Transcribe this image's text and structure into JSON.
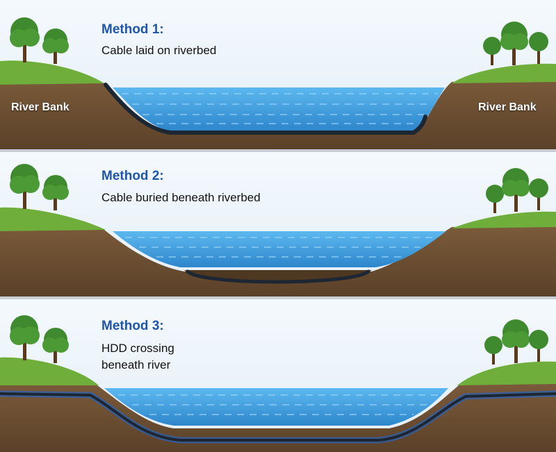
{
  "colors": {
    "title": "#1f56a8",
    "water_light": "#5fb6ec",
    "water_dark": "#2f86cc",
    "soil": "#6e5235",
    "grass": "#6fae3a",
    "cable": "#1d2733"
  },
  "panels": [
    {
      "title": "Method 1:",
      "subtitle_lines": [
        "Cable laid on riverbed"
      ],
      "left_label": "River Bank",
      "right_label": "River Bank"
    },
    {
      "title": "Method 2:",
      "subtitle_lines": [
        "Cable buried beneath riverbed"
      ]
    },
    {
      "title": "Method 3:",
      "subtitle_lines": [
        "HDD crossing",
        "beneath river"
      ]
    }
  ]
}
